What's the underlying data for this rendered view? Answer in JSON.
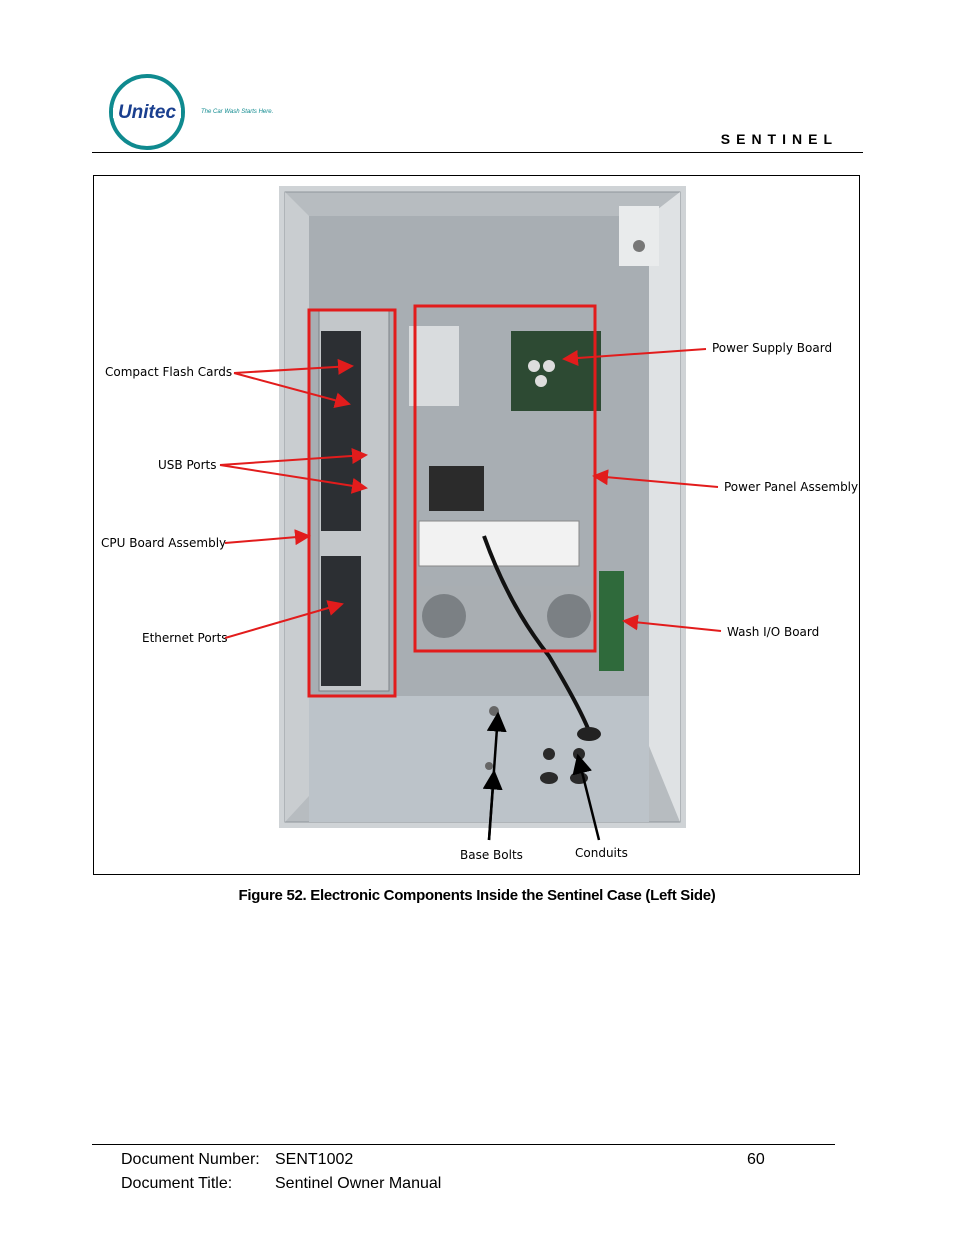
{
  "header": {
    "logo_text": "Unitec",
    "logo_tagline": "The Car Wash Starts Here.",
    "product": "SENTINEL"
  },
  "figure": {
    "callouts": {
      "compact_flash_cards": "Compact Flash Cards",
      "usb_ports": "USB Ports",
      "cpu_board_assembly": "CPU Board Assembly",
      "ethernet_ports": "Ethernet Ports",
      "power_supply_board": "Power Supply Board",
      "power_panel_assembly": "Power Panel Assembly",
      "wash_io_board": "Wash I/O Board",
      "base_bolts": "Base Bolts",
      "conduits": "Conduits"
    },
    "caption": "Figure 52. Electronic Components Inside the Sentinel Case (Left Side)"
  },
  "footer": {
    "doc_number_label": "Document Number:",
    "doc_number_value": "SENT1002",
    "doc_title_label": "Document Title:",
    "doc_title_value": "Sentinel Owner Manual",
    "page_number": "60"
  },
  "colors": {
    "callout_red": "#e21c1c",
    "logo_teal": "#0f8a8f",
    "logo_blue": "#1a3f8f"
  }
}
